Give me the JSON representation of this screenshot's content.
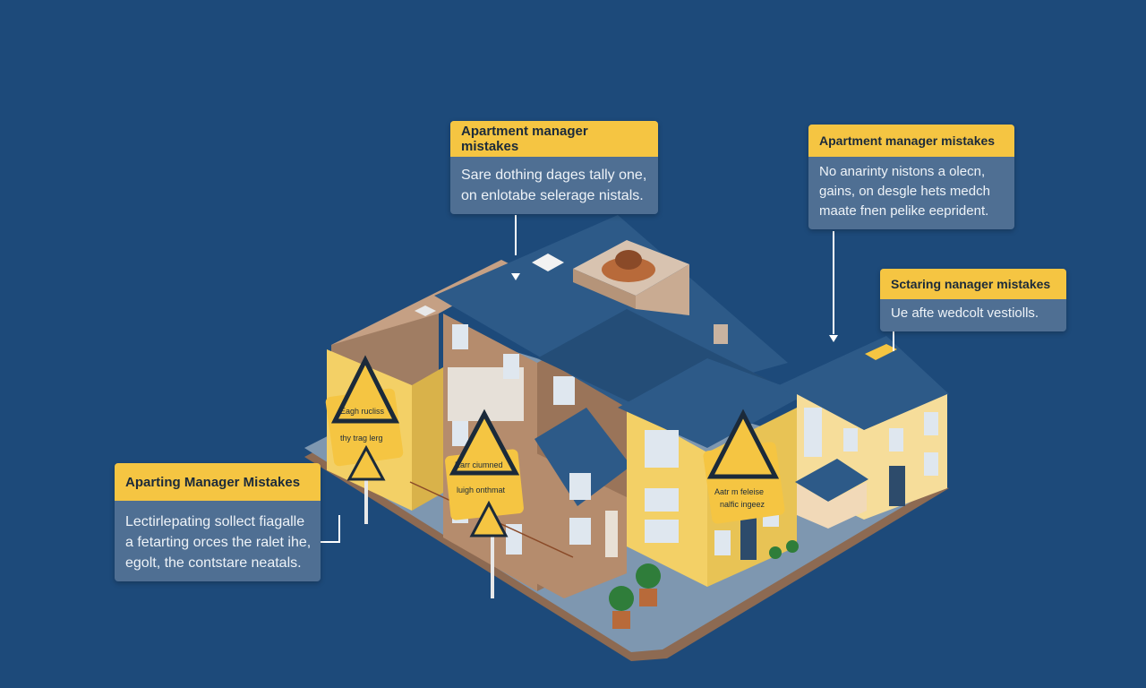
{
  "colors": {
    "background": "#1d4a7a",
    "callout_header": "#f5c542",
    "callout_body": "#4f6f93",
    "roof": "#2d5a88",
    "wall_yellow": "#f3d066",
    "wall_tan": "#b58c6d",
    "warning_sign": "#f5c542"
  },
  "callouts": {
    "top_center": {
      "title": "Apartment manager mistakes",
      "lines": [
        "Sare dothing dages tally one,",
        "on enlotabe selerage nistals."
      ]
    },
    "top_right": {
      "title": "Apartment manager mistakes",
      "lines": [
        "No anarinty nistons a olecn,",
        "gains, on desgle hets medch",
        "maate fnen pelike eeprident."
      ]
    },
    "mid_right": {
      "title": "Sctaring nanager mistakes",
      "lines": [
        "Ue afte wedcolt vestiolls."
      ]
    },
    "left": {
      "title": "Aparting Manager Mistakes",
      "lines": [
        "Lectirlepating sollect fiagalle",
        "a fetarting orces the ralet ihe,",
        "egolt, the contstare neatals."
      ]
    }
  },
  "warning_signs": [
    {
      "icon": "warning-triangle-icon",
      "lines": [
        "Eagh rucliss",
        "thy trag lerg"
      ]
    },
    {
      "icon": "warning-triangle-icon",
      "lines": [
        "Earr ciumned",
        "luigh onthmat"
      ]
    },
    {
      "icon": "warning-triangle-icon",
      "lines": [
        "Aatr m feleise",
        "nalfic ingeez"
      ]
    }
  ]
}
